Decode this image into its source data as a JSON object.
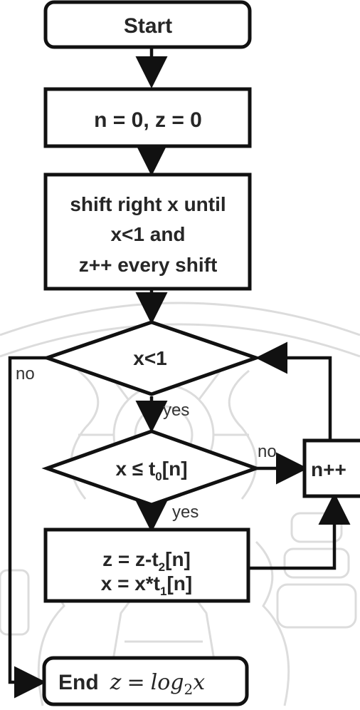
{
  "nodes": {
    "start": {
      "text": "Start"
    },
    "init": {
      "text": "n = 0, z = 0"
    },
    "shift": {
      "lines": [
        "shift right x until",
        "x<1 and",
        "z++ every shift"
      ]
    },
    "cond1": {
      "text": "x<1"
    },
    "cond2": {
      "prefix": "x ≤ t",
      "sub": "0",
      "suffix": "[n]"
    },
    "update": {
      "line1": {
        "prefix": "z = z-t",
        "sub": "2",
        "suffix": "[n]"
      },
      "line2": {
        "prefix": "x = x*t",
        "sub": "1",
        "suffix": "[n]"
      }
    },
    "increment": {
      "text": "n++"
    },
    "end": {
      "label": "End",
      "formula_lhs": "z",
      "formula_eq": "=",
      "formula_fn": "log",
      "formula_base": "2",
      "formula_arg": "x"
    }
  },
  "edges": {
    "cond1_no": "no",
    "cond1_yes": "yes",
    "cond2_no": "no",
    "cond2_yes": "yes"
  },
  "watermark": {
    "description": "faint university seal watermark"
  }
}
